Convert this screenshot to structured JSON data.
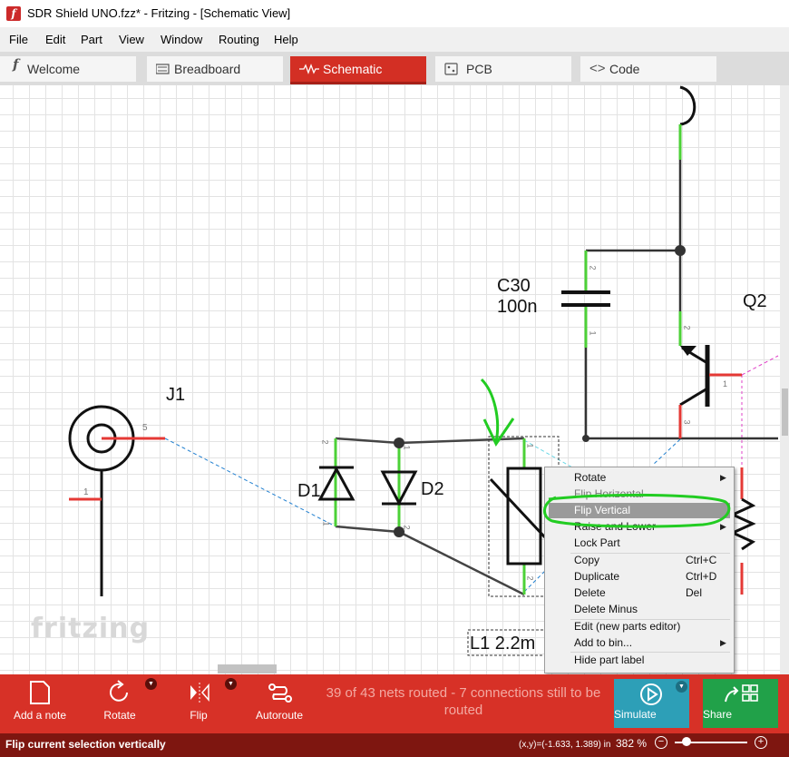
{
  "window": {
    "title": "SDR Shield UNO.fzz* - Fritzing - [Schematic View]",
    "app_icon": "fritzing-f-icon"
  },
  "menu": [
    "File",
    "Edit",
    "Part",
    "View",
    "Window",
    "Routing",
    "Help"
  ],
  "tabs": [
    {
      "label": "Welcome",
      "icon": "fritzing-f-icon"
    },
    {
      "label": "Breadboard",
      "icon": "breadboard-icon"
    },
    {
      "label": "Schematic",
      "icon": "schematic-wave-icon",
      "active": true
    },
    {
      "label": "PCB",
      "icon": "pcb-icon"
    },
    {
      "label": "Code",
      "icon": "code-brackets-icon"
    }
  ],
  "schematic": {
    "parts": {
      "j1": "J1",
      "d1": "D1",
      "d2": "D2",
      "c30_name": "C30",
      "c30_value": "100n",
      "q2": "Q2",
      "l1": "L1 2.2m"
    },
    "pin_numbers": {
      "j1_p5": "5",
      "j1_p1": "1",
      "d1_top": "2",
      "d1_bottom": "1",
      "d2_top": "1",
      "d2_bottom": "2",
      "l1_top": "1",
      "l1_bottom": "2",
      "c30_top": "2",
      "c30_bottom": "1",
      "q2_base": "1",
      "q2_collector": "2",
      "q2_emitter": "3"
    },
    "watermark": "fritzing",
    "colors": {
      "wire": "#333333",
      "routed_pin": "#4cd137",
      "unrouted_pin": "#e53935",
      "ratsnest_blue": "#1f7fd0",
      "ratsnest_pink": "#e040c8",
      "annotation_green": "#22cc22"
    }
  },
  "context_menu": {
    "items": [
      {
        "label": "Rotate",
        "submenu": true
      },
      {
        "label": "Flip Horizontal",
        "disabled": true
      },
      {
        "label": "Flip Vertical",
        "highlighted": true
      },
      {
        "label": "Raise and Lower",
        "submenu": true
      },
      {
        "label": "Lock Part"
      },
      {
        "label": "Copy",
        "shortcut": "Ctrl+C"
      },
      {
        "label": "Duplicate",
        "shortcut": "Ctrl+D"
      },
      {
        "label": "Delete",
        "shortcut": "Del"
      },
      {
        "label": "Delete Minus"
      },
      {
        "label": "Edit (new parts editor)"
      },
      {
        "label": "Add to bin...",
        "submenu": true
      },
      {
        "label": "Hide part label"
      }
    ]
  },
  "toolbar": {
    "add_note": "Add a note",
    "rotate": "Rotate",
    "flip": "Flip",
    "autoroute": "Autoroute",
    "routing_status": "39 of 43 nets routed - 7 connections still to be routed",
    "simulate": "Simulate",
    "share": "Share"
  },
  "statusbar": {
    "message": "Flip current selection vertically",
    "coords": "(x,y)=(-1.633, 1.389) in",
    "zoom": "382 %"
  }
}
